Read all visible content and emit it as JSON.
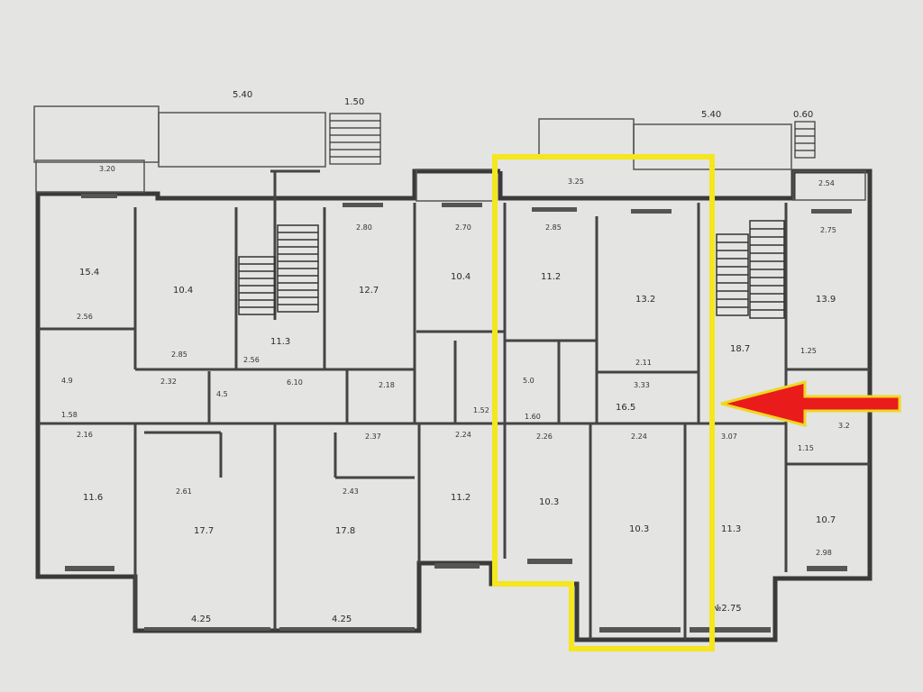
{
  "plan": {
    "dims": {
      "top_left_width": "5.40",
      "stair_left_width": "1.50",
      "top_right_width": "5.40",
      "stair_right_width": "0.60",
      "bottom_left_a": "4.25",
      "bottom_left_b": "4.25",
      "bottom_right": "2.75",
      "left_r1": "2.56",
      "left_r2": "2.85",
      "mid_r": "2.80",
      "mid_r2": "2.70",
      "sel_r1": "2.85",
      "sel_r2": "2.11",
      "right_r1": "2.75",
      "left_bot1": "2.16",
      "left_bot2": "2.61",
      "left_bot3": "2.43",
      "mid_bot": "2.24",
      "sel_bot1": "2.26",
      "sel_bot2": "2.24",
      "right_bot1": "3.07",
      "right_bot2": "2.98",
      "small_a": "3.20",
      "small_b": "2.56",
      "small_c": "3.25",
      "small_d": "2.54",
      "corr_a": "1.58",
      "corr_b": "1.60",
      "corr_c": "1.52",
      "corr_d": "3.33",
      "corr_e": "2.18",
      "corr_f": "1.25",
      "corr_g": "1.15",
      "corr_h": "6.10",
      "corr_i": "2.32",
      "corr_j": "2.37"
    },
    "rooms": {
      "r1": "15.4",
      "r2": "10.4",
      "r3": "12.7",
      "r4": "10.4",
      "r5": "11.2",
      "r6": "13.2",
      "r7": "13.9",
      "r8": "18.7",
      "r9": "11.6",
      "r10": "17.7",
      "r11": "17.8",
      "r12": "11.2",
      "r13": "10.3",
      "r14": "10.3",
      "r15": "11.3",
      "r16": "10.7",
      "r17": "16.5",
      "r18": "11.3",
      "r19": "4.9",
      "r20": "5.0",
      "r21": "4.5",
      "r22": "3.2"
    },
    "note": "№2.75"
  },
  "highlight": {
    "color": "#f5e61e"
  },
  "arrow": {
    "color": "#ea1b1b",
    "outline": "#f0d722"
  }
}
